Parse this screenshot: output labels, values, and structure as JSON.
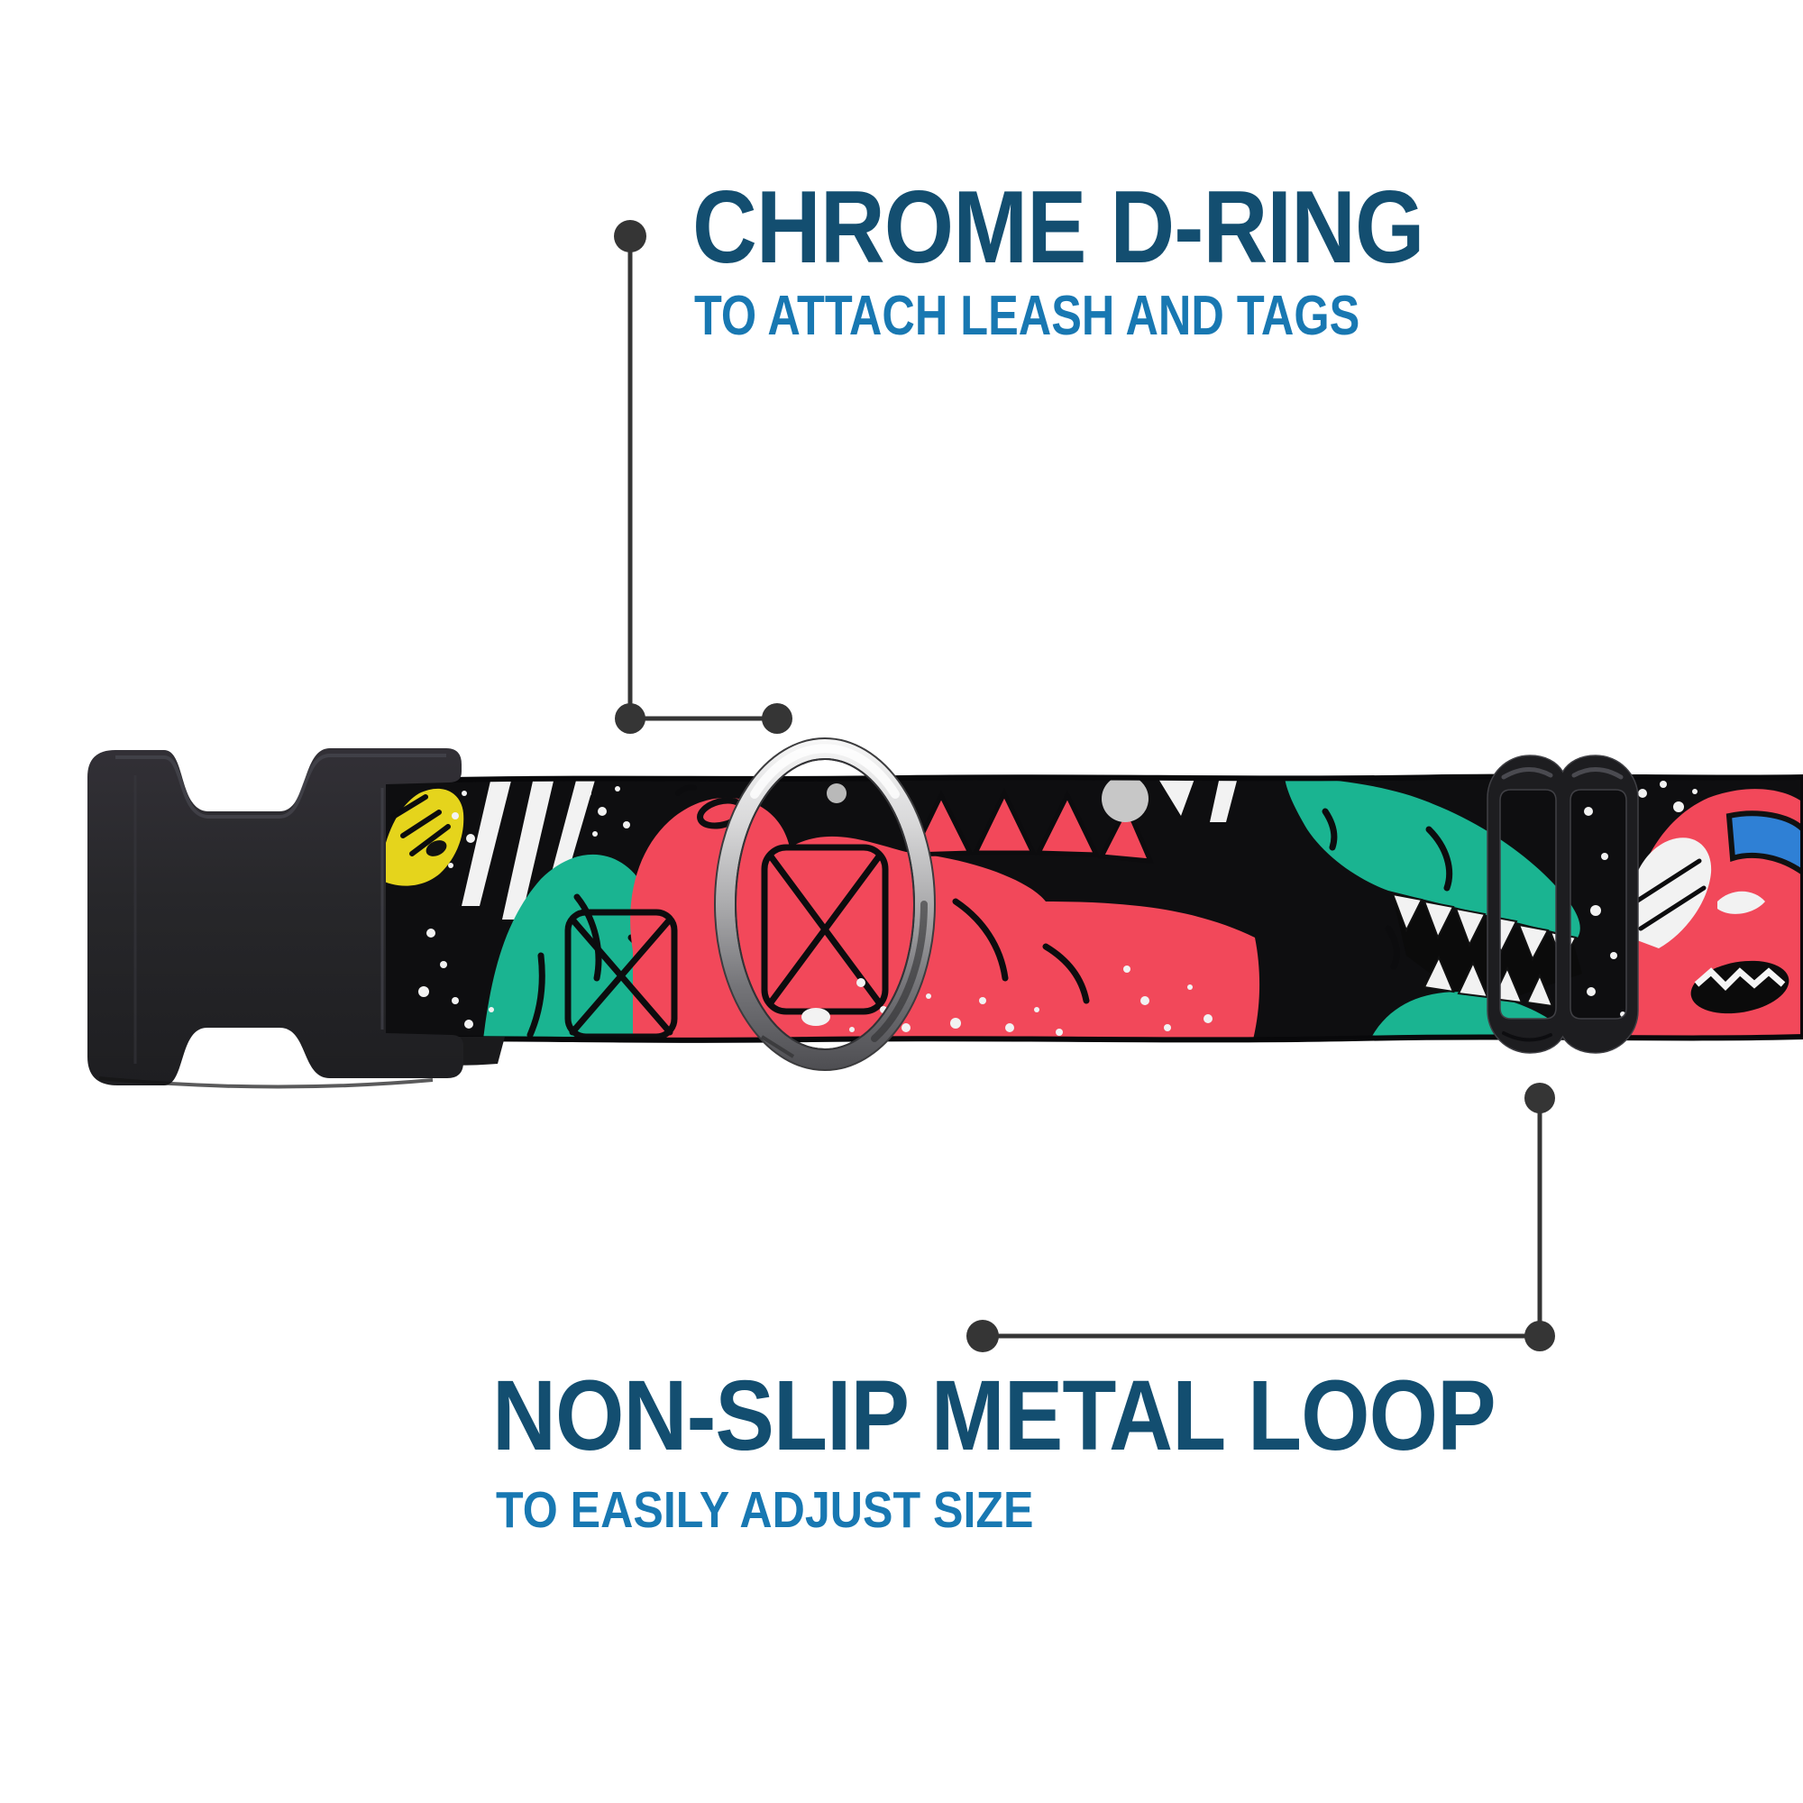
{
  "callouts": {
    "top": {
      "title": "CHROME D-RING",
      "subtitle": "TO ATTACH LEASH AND TAGS"
    },
    "bottom": {
      "title": "NON-SLIP METAL LOOP",
      "subtitle": "TO EASILY ADJUST SIZE"
    }
  },
  "colors": {
    "background": "#ffffff",
    "callout_title": "#134e70",
    "callout_subtitle": "#1878b2",
    "leader": "#353535",
    "buckle": "#28282b",
    "strap": "#0e0e10",
    "dino_red": "#f2485a",
    "dino_teal": "#1ab491",
    "dino_yellow": "#e5d41c",
    "accent_blue": "#2f80d5",
    "print_white": "#f2f2f2",
    "chrome": "#b5b5b5"
  },
  "illustration": {
    "parts": [
      {
        "name": "side-release-buckle"
      },
      {
        "name": "dinosaur-print-webbing"
      },
      {
        "name": "chrome-d-ring"
      },
      {
        "name": "metal-loop-slider"
      }
    ]
  }
}
